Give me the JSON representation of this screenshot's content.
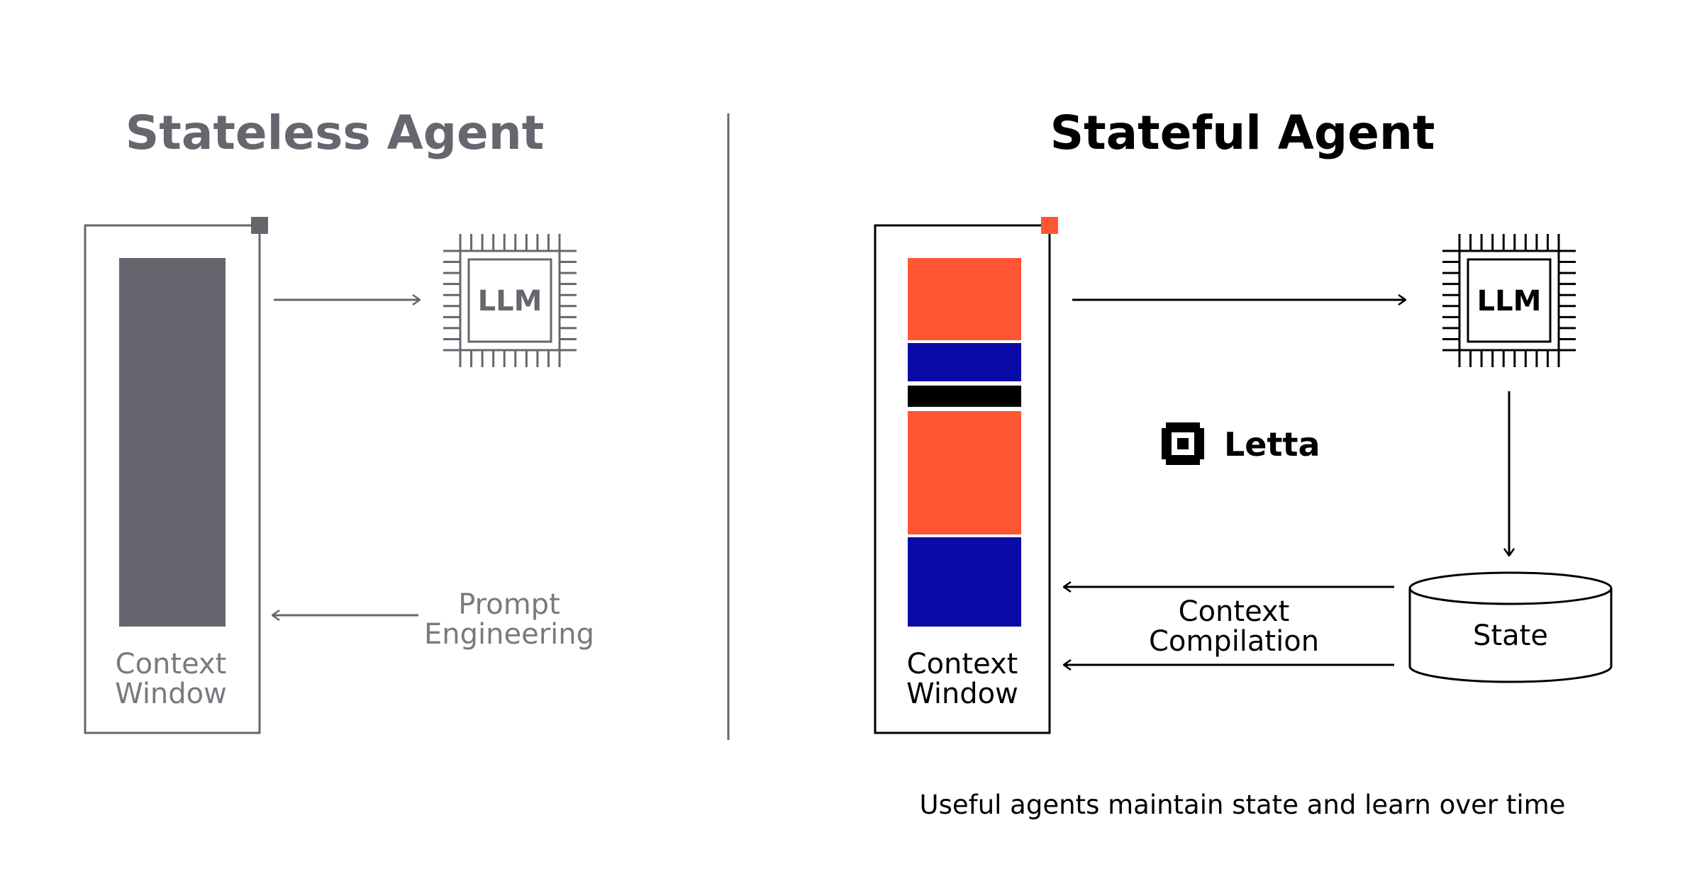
{
  "colors": {
    "muted": "#67666e",
    "muted_light": "#7a7980",
    "dark": "#000000",
    "orange": "#ff5533",
    "blue": "#0a0aa8"
  },
  "left": {
    "title": "Stateless Agent",
    "context_label": [
      "Context",
      "Window"
    ],
    "llm_label": "LLM",
    "prompt_label": [
      "Prompt",
      "Engineering"
    ]
  },
  "right": {
    "title": "Stateful Agent",
    "context_label": [
      "Context",
      "Window"
    ],
    "llm_label": "LLM",
    "state_label": "State",
    "compilation_label": [
      "Context",
      "Compilation"
    ],
    "brand_name": "Letta",
    "brand_icon": "letta-logo-icon"
  },
  "caption": "Useful agents maintain state and learn over time"
}
